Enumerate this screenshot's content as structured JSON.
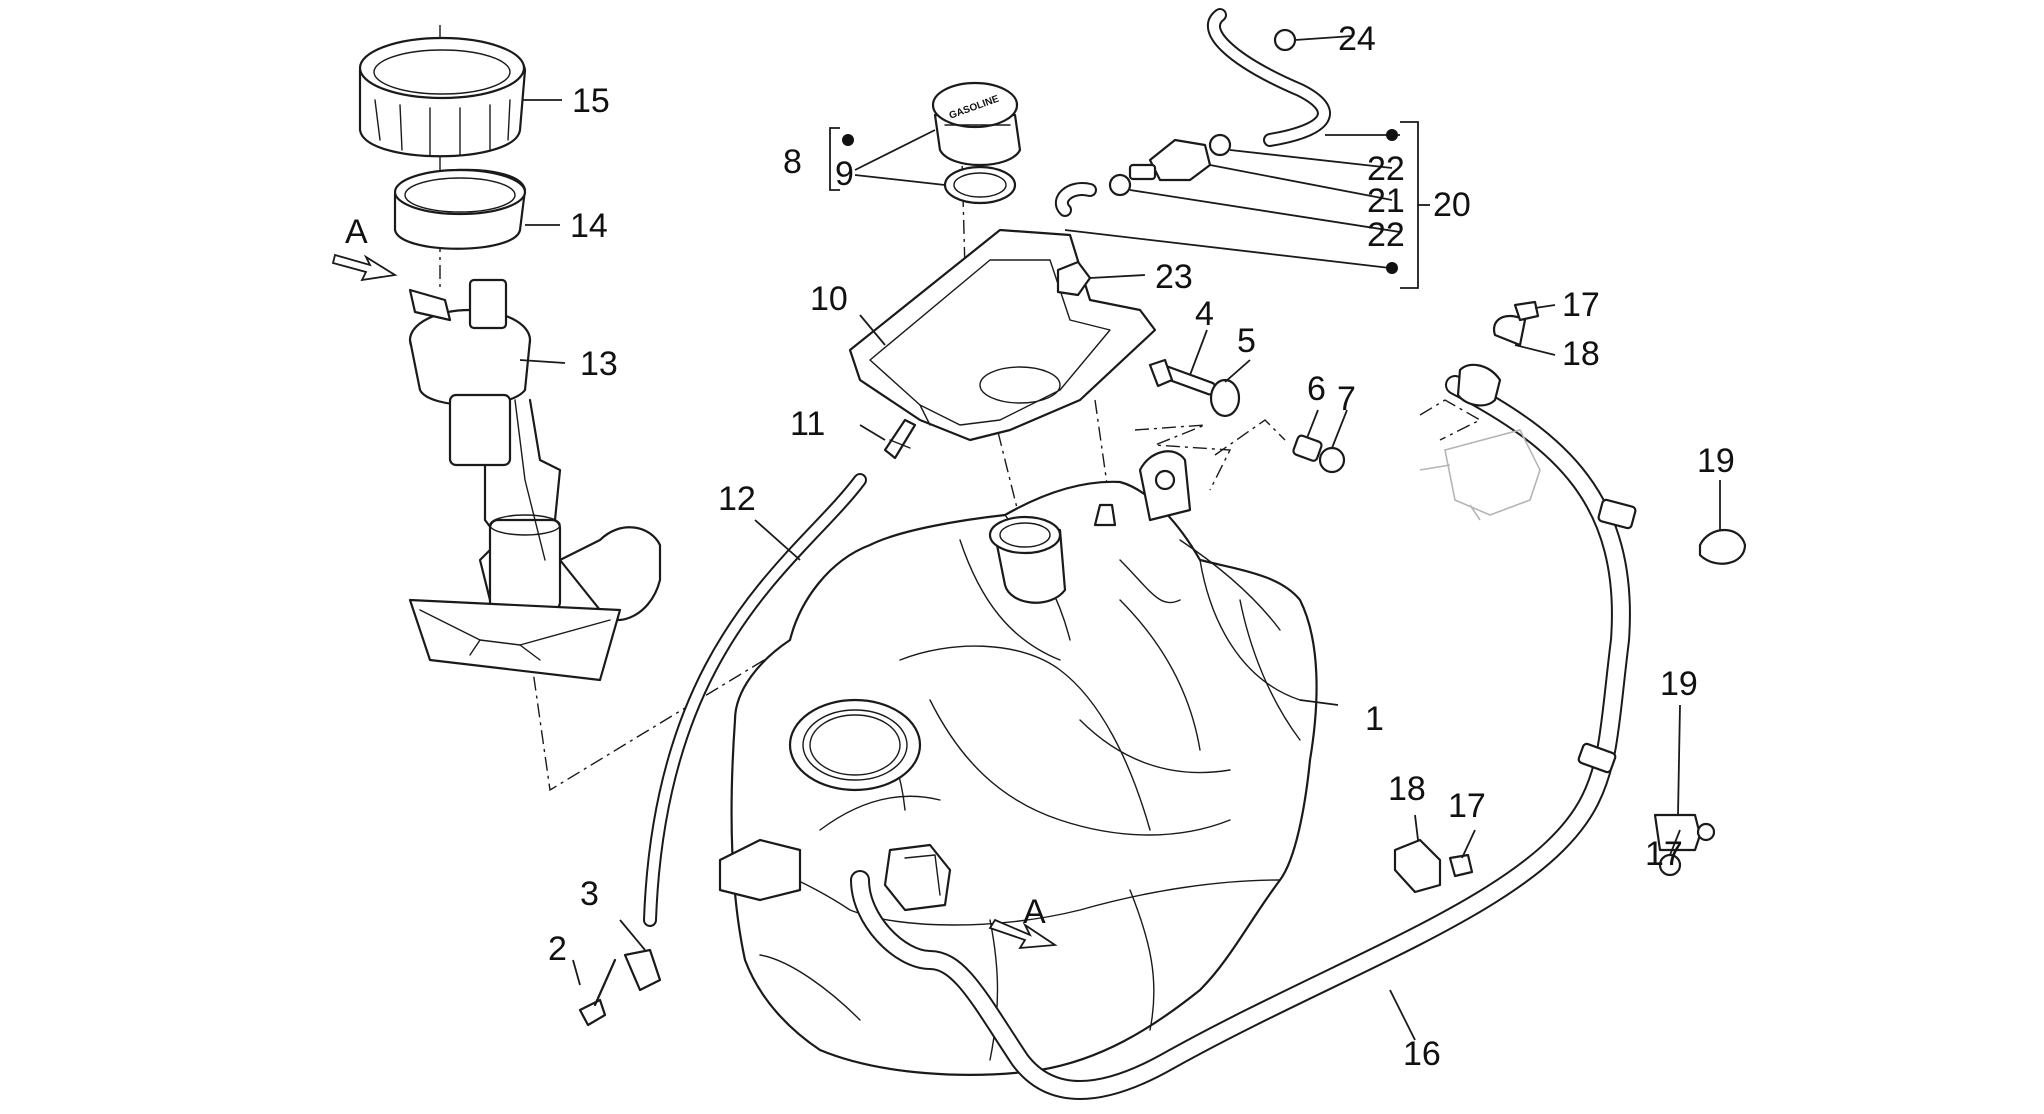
{
  "callouts": {
    "c1": "1",
    "c2": "2",
    "c3": "3",
    "c4": "4",
    "c5": "5",
    "c6": "6",
    "c7": "7",
    "c8": "8",
    "c9": "9",
    "c10": "10",
    "c11": "11",
    "c12": "12",
    "c13": "13",
    "c14": "14",
    "c15": "15",
    "c16": "16",
    "c17a": "17",
    "c17b": "17",
    "c17c": "17",
    "c18a": "18",
    "c18b": "18",
    "c19a": "19",
    "c19b": "19",
    "c20": "20",
    "c21": "21",
    "c22a": "22",
    "c22b": "22",
    "c23": "23",
    "c24": "24",
    "view_a_top": "A",
    "view_a_bottom": "A"
  },
  "cap_text": "GASOLINE"
}
